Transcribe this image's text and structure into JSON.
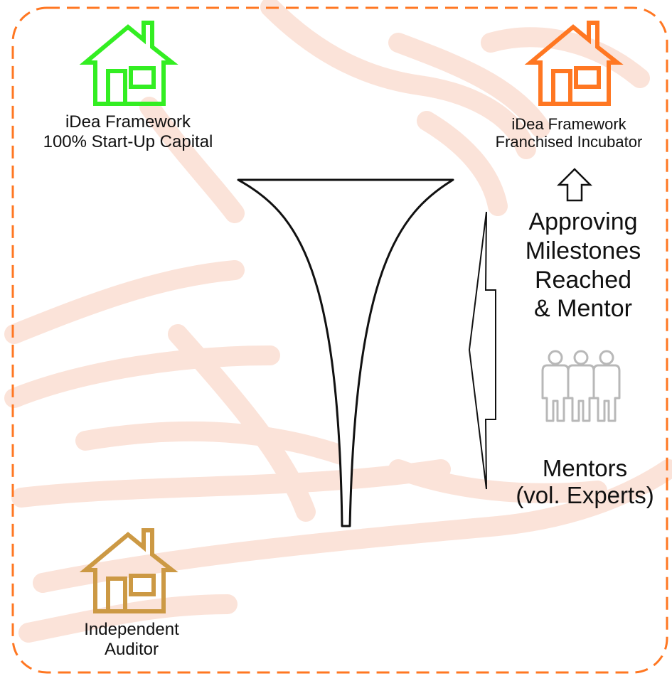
{
  "houses": {
    "startup": {
      "line1": "iDea Framework",
      "line2": "100% Start-Up Capital",
      "color": "#33ee22"
    },
    "incubator": {
      "line1": "iDea Framework",
      "line2": "Franchised Incubator",
      "color": "#ff7722"
    },
    "auditor": {
      "line1": "Independent",
      "line2": "Auditor",
      "color": "#cc9944"
    }
  },
  "approval": {
    "lines": [
      "Approving",
      "Milestones",
      "Reached",
      "& Mentor"
    ]
  },
  "mentors": {
    "lines": [
      "Mentors",
      "(vol. Experts)"
    ]
  },
  "colors": {
    "border": "#ff7722",
    "watermark": "#fce6dd",
    "people": "#b8b8b8",
    "outline": "#111111"
  }
}
